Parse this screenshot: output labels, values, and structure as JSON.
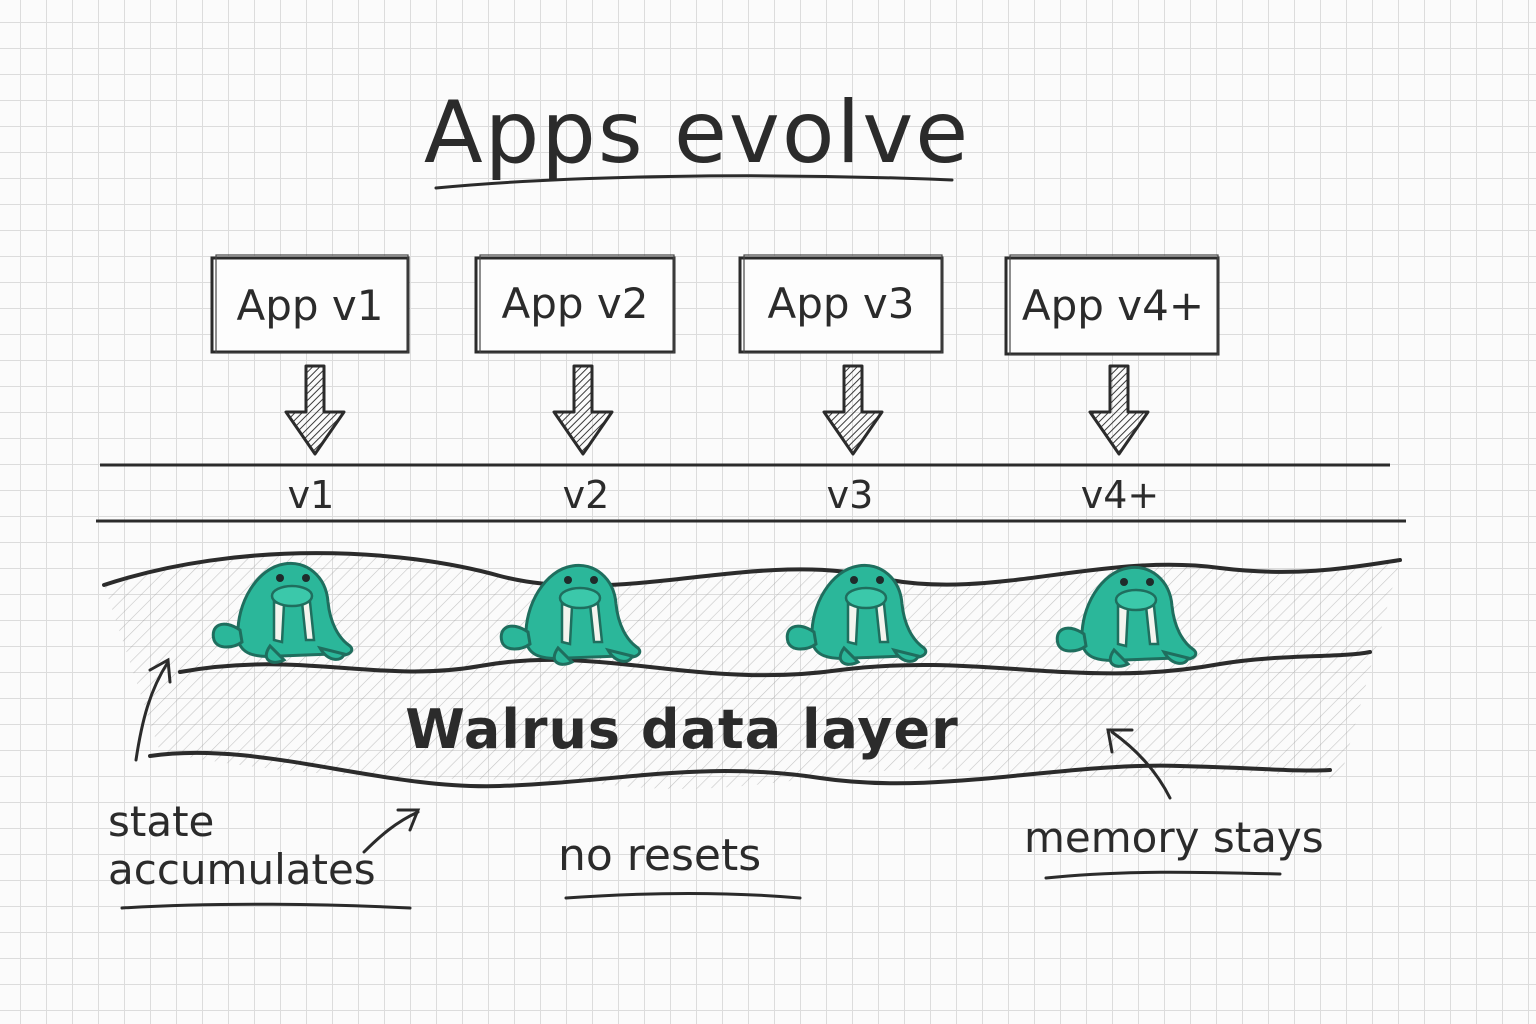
{
  "title": "Apps evolve",
  "apps": [
    {
      "label": "App v1",
      "version": "v1"
    },
    {
      "label": "App v2",
      "version": "v2"
    },
    {
      "label": "App v3",
      "version": "v3"
    },
    {
      "label": "App v4+",
      "version": "v4+"
    }
  ],
  "layer_label": "Walrus data layer",
  "annotations": {
    "state_line1": "state",
    "state_line2": "accumulates",
    "no_resets": "no resets",
    "memory_stays": "memory stays"
  },
  "colors": {
    "ink": "#2b2b2b",
    "walrus": "#2bb79a",
    "walrus_dark": "#1f8f78",
    "tusk": "#f4f4ee"
  },
  "icons": [
    "walrus-icon",
    "down-arrow-icon"
  ]
}
